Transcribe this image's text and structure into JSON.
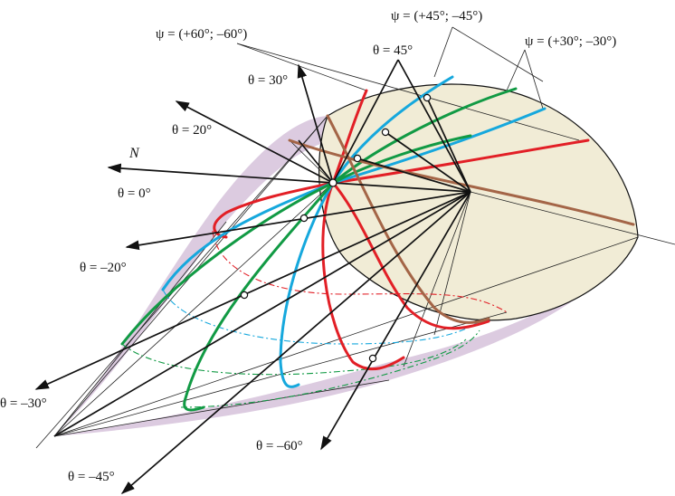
{
  "colors": {
    "cap_fill": "#f1ecd6",
    "rim_fill": "#dccbe0",
    "red": "#e21f26",
    "blue": "#16a8dd",
    "green": "#119a44",
    "brown": "#a46547",
    "ink": "#111111"
  },
  "labels": {
    "psi_60": "ψ = (+60°; –60°)",
    "psi_45": "ψ = (+45°; –45°)",
    "psi_30": "ψ = (+30°; –30°)",
    "theta_45": "θ = 45°",
    "theta_30": "θ = 30°",
    "theta_20": "θ = 20°",
    "n": "N",
    "theta_0": "θ = 0°",
    "theta_m20": "θ = –20°",
    "theta_m30": "θ = –30°",
    "theta_m45": "θ = –45°",
    "theta_m60": "θ = –60°"
  }
}
